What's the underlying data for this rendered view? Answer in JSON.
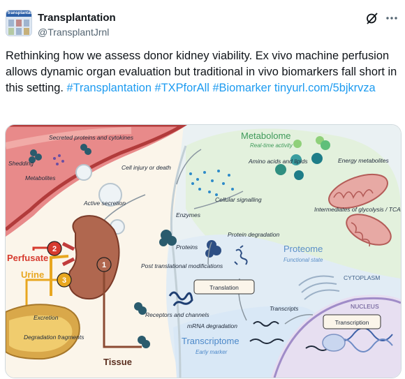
{
  "account": {
    "name": "Transplantation",
    "handle": "@TransplantJrnl",
    "avatar_text": "transplantation"
  },
  "tweet": {
    "text": "Rethinking how we assess donor kidney viability. Ex vivo machine perfusion allows dynamic organ evaluation but traditional in vivo biomarkers fall short in this setting.",
    "hashtags": [
      "#Transplantation",
      "#TXPforAll",
      "#Biomarker"
    ],
    "link": "tinyurl.com/5bjkrvza"
  },
  "icons": {
    "grok": "grok-icon",
    "more": "more-dots-icon"
  },
  "figure": {
    "labels": {
      "secreted": "Secreted proteins and cytokines",
      "shedding": "Shedding",
      "metabolites": "Metabolites",
      "cell_injury": "Cell injury or death",
      "active_secretion": "Active secretion",
      "enzymes": "Enzymes",
      "proteins": "Proteins",
      "post_translational": "Post translational modifications",
      "receptors": "Receptors and channels",
      "mrna_degradation": "mRNA degradation",
      "metabolome": "Metabolome",
      "real_time": "Real-time activity",
      "amino_acids": "Amino acids and lipids",
      "energy_metabolites": "Energy metabolites",
      "cellular_signalling": "Cellular signalling",
      "intermediates": "Intermediates of glycolysis / TCA cycle",
      "protein_degradation": "Protein degradation",
      "proteome": "Proteome",
      "functional_state": "Functional state",
      "translation": "Translation",
      "cytoplasm": "CYTOPLASM",
      "nucleus": "NUCLEUS",
      "transcripts": "Transcripts",
      "transcription": "Transcription",
      "transcriptome": "Transcriptome",
      "early_marker": "Early marker",
      "perfusate": "Perfusate",
      "urine": "Urine",
      "excretion": "Excretion",
      "degradation_fragments": "Degradation fragments",
      "tissue": "Tissue",
      "badge_1": "1",
      "badge_2": "2",
      "badge_3": "3"
    },
    "colors": {
      "perfusate": "#d63b2f",
      "urine": "#e8a720",
      "tissue": "#8b4a32",
      "metabolome": "#3f9a5a",
      "proteome": "#5b8fc7",
      "transcriptome": "#4c88c9"
    }
  }
}
